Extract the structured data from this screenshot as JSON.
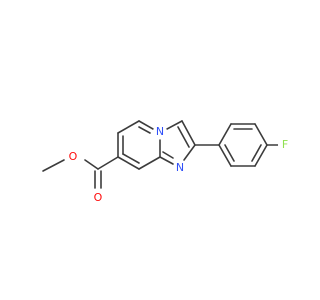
{
  "molecule": {
    "atoms": {
      "O_ether": {
        "label": "O",
        "color": "#ff0d0d"
      },
      "O_carbonyl": {
        "label": "O",
        "color": "#ff0d0d"
      },
      "N_bridge": {
        "label": "N",
        "color": "#3050f8"
      },
      "N_imine": {
        "label": "N",
        "color": "#3050f8"
      },
      "F": {
        "label": "F",
        "color": "#90e050"
      }
    }
  }
}
